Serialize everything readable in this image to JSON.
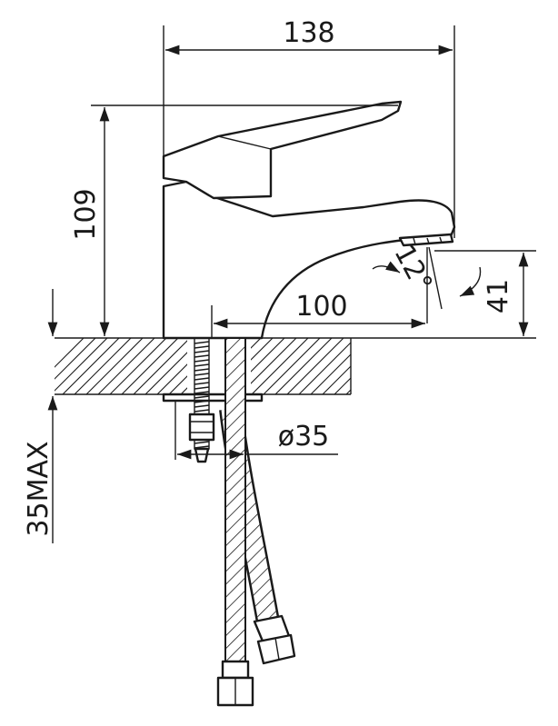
{
  "dimensions": {
    "width": "138",
    "height": "109",
    "reach": "100",
    "spout_height": "41",
    "angle": "12°",
    "hole_diameter": "ø35",
    "max_thickness": "35MAX"
  },
  "colors": {
    "line": "#1a1a1a",
    "background": "#ffffff"
  }
}
